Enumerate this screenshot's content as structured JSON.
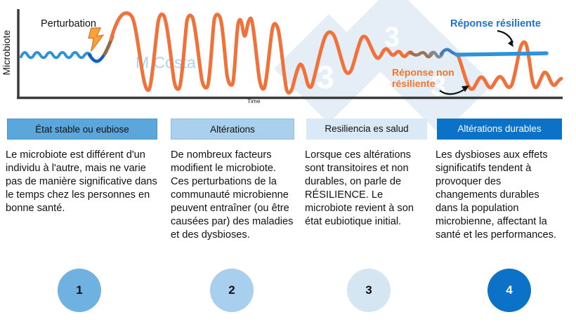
{
  "diagram": {
    "perturbation_label": "Perturbation",
    "y_axis_label": "Microbiote",
    "x_axis_label": "Time",
    "watermark_name": "M Costa",
    "watermark_digit": "3",
    "resilient_label": "Réponse résiliente",
    "non_resilient_label_line1": "Réponse non",
    "non_resilient_label_line2": "résiliente"
  },
  "columns": [
    {
      "number": "1",
      "header": "État stable ou eubiose",
      "body": "Le microbiote est différent d'un individu à l'autre, mais ne varie pas de manière significative dans le temps chez les personnes en bonne santé."
    },
    {
      "number": "2",
      "header": "Altérations",
      "body": "De nombreux facteurs modifient le microbiote. Ces perturbations de la communauté microbienne peuvent entraîner (ou être causées par) des maladies et des dysbioses."
    },
    {
      "number": "3",
      "header": "Resiliencia es salud",
      "body": "Lorsque ces altérations sont transitoires et non durables, on parle de RÉSILIENCE. Le microbiote revient à son état eubiotique initial."
    },
    {
      "number": "4",
      "header": "Altérations durables",
      "body": "Les dysbioses aux effets significatifs tendent à provoquer des changements durables dans la population microbienne, affectant la santé et les performances."
    }
  ],
  "colors": {
    "stable_blue": "#2E93D8",
    "dark_blue_dip": "#1360B8",
    "perturbed_orange": "#F0713A",
    "transition_brown": "#96684C",
    "transition_gray": "#85898E",
    "transition_steel_blue": "#3E7CC2",
    "resilient_label_blue": "#1B74D0",
    "non_resilient_label_orange": "#F0752E",
    "bolt_orange": "#F9A23B",
    "axis_dark": "#3B3B3B",
    "watermark_light_blue": "#AFD3ED",
    "header1_bg": "#5BA7DC",
    "header2_bg": "#A9D1ED",
    "header3_bg": "#D9E9F5",
    "header4_bg": "#0B72C7",
    "circle1_bg": "#6FB2E2",
    "circle2_bg": "#A8CFEE",
    "circle3_bg": "#D5E6F3",
    "circle4_bg": "#0B72C7"
  },
  "chart_data": {
    "type": "line",
    "title": "",
    "xlabel": "Time",
    "ylabel": "Microbiote",
    "axis_numeric_ticks": "none (conceptual diagram)",
    "annotations": [
      "Perturbation",
      "Réponse résiliente",
      "Réponse non résiliente"
    ],
    "series": [
      {
        "name": "État stable (eubiose)",
        "color": "#2E93D8",
        "description": "petite oscillation stable de faible amplitude avant la perturbation"
      },
      {
        "name": "Altérations après perturbation",
        "color": "#F0713A",
        "description": "grandes oscillations dont l'amplitude décroît progressivement avec le temps"
      },
      {
        "name": "Réponse résiliente",
        "color": "#2E93D8",
        "description": "la courbe redevient une ligne stable au niveau initial"
      },
      {
        "name": "Réponse non résiliente",
        "color": "#F0713A",
        "description": "oscillations irrégulières persistantes à un niveau plus bas"
      }
    ],
    "legend_position": "annotated directly on curves"
  }
}
